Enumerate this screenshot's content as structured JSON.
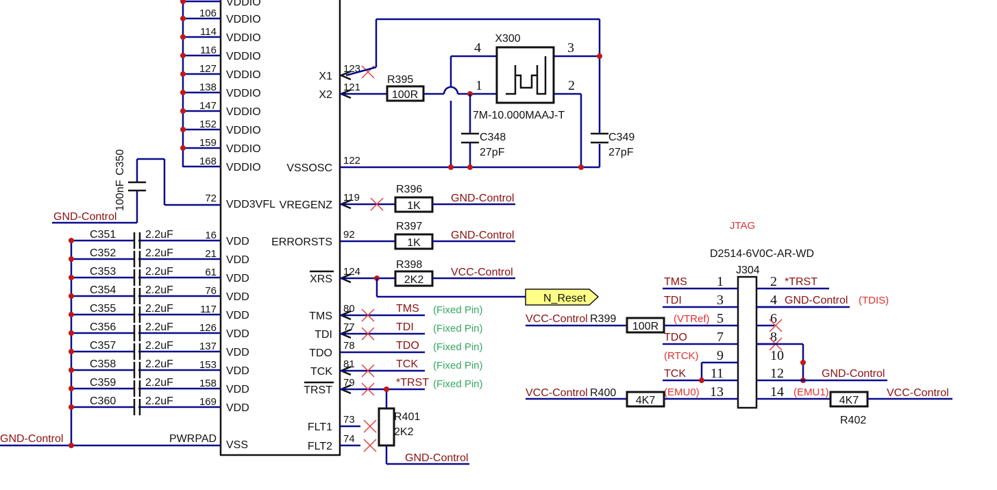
{
  "chip": {
    "left_pins": [
      {
        "num": "106",
        "name": "VDDIO"
      },
      {
        "num": "114",
        "name": "VDDIO"
      },
      {
        "num": "116",
        "name": "VDDIO"
      },
      {
        "num": "127",
        "name": "VDDIO"
      },
      {
        "num": "138",
        "name": "VDDIO"
      },
      {
        "num": "147",
        "name": "VDDIO"
      },
      {
        "num": "152",
        "name": "VDDIO"
      },
      {
        "num": "159",
        "name": "VDDIO"
      },
      {
        "num": "168",
        "name": "VDDIO"
      },
      {
        "num": "72",
        "name": "VDD3VFL"
      },
      {
        "num": "16",
        "name": "VDD"
      },
      {
        "num": "21",
        "name": "VDD"
      },
      {
        "num": "61",
        "name": "VDD"
      },
      {
        "num": "76",
        "name": "VDD"
      },
      {
        "num": "117",
        "name": "VDD"
      },
      {
        "num": "126",
        "name": "VDD"
      },
      {
        "num": "137",
        "name": "VDD"
      },
      {
        "num": "153",
        "name": "VDD"
      },
      {
        "num": "158",
        "name": "VDD"
      },
      {
        "num": "169",
        "name": "VDD"
      },
      {
        "num": "",
        "name": "VSS"
      }
    ],
    "top_partial": "VDDIO",
    "pwrpad": "PWRPAD",
    "right_pins": [
      {
        "num": "123",
        "name": "X1"
      },
      {
        "num": "121",
        "name": "X2"
      },
      {
        "num": "122",
        "name": "VSSOSC"
      },
      {
        "num": "119",
        "name": "VREGENZ"
      },
      {
        "num": "92",
        "name": "ERRORSTS"
      },
      {
        "num": "124",
        "name": "XRS"
      },
      {
        "num": "80",
        "name": "TMS"
      },
      {
        "num": "77",
        "name": "TDI"
      },
      {
        "num": "78",
        "name": "TDO"
      },
      {
        "num": "81",
        "name": "TCK"
      },
      {
        "num": "79",
        "name": "TRST"
      },
      {
        "num": "73",
        "name": "FLT1"
      },
      {
        "num": "74",
        "name": "FLT2"
      }
    ]
  },
  "decoupling": [
    {
      "ref": "C351",
      "val": "2.2uF"
    },
    {
      "ref": "C352",
      "val": "2.2uF"
    },
    {
      "ref": "C353",
      "val": "2.2uF"
    },
    {
      "ref": "C354",
      "val": "2.2uF"
    },
    {
      "ref": "C355",
      "val": "2.2uF"
    },
    {
      "ref": "C356",
      "val": "2.2uF"
    },
    {
      "ref": "C357",
      "val": "2.2uF"
    },
    {
      "ref": "C358",
      "val": "2.2uF"
    },
    {
      "ref": "C359",
      "val": "2.2uF"
    },
    {
      "ref": "C360",
      "val": "2.2uF"
    }
  ],
  "c350": {
    "ref": "C350",
    "val": "100nF"
  },
  "net_gnd_left": "GND-Control",
  "net_gnd_bottom_left": "GND-Control",
  "oscillator": {
    "ref": "X300",
    "part": "7M-10.000MAAJ-T",
    "pins": {
      "p1": "1",
      "p2": "2",
      "p3": "3",
      "p4": "4"
    },
    "r395": {
      "ref": "R395",
      "val": "100R"
    },
    "c348": {
      "ref": "C348",
      "val": "27pF"
    },
    "c349": {
      "ref": "C349",
      "val": "27pF"
    }
  },
  "resistors": {
    "r396": {
      "ref": "R396",
      "val": "1K",
      "net": "GND-Control"
    },
    "r397": {
      "ref": "R397",
      "val": "1K",
      "net": "GND-Control"
    },
    "r398": {
      "ref": "R398",
      "val": "2K2",
      "net": "VCC-Control"
    },
    "r401": {
      "ref": "R401",
      "val": "2K2",
      "net": "GND-Control"
    }
  },
  "n_reset": "N_Reset",
  "jtag_nets": [
    {
      "net": "TMS",
      "note": "(Fixed Pin)"
    },
    {
      "net": "TDI",
      "note": "(Fixed Pin)"
    },
    {
      "net": "TDO",
      "note": "(Fixed Pin)"
    },
    {
      "net": "TCK",
      "note": "(Fixed Pin)"
    },
    {
      "net": "*TRST",
      "note": "(Fixed Pin)"
    }
  ],
  "jtag": {
    "title": "JTAG",
    "part": "D2514-6V0C-AR-WD",
    "ref": "J304",
    "left_pins": [
      {
        "num": "1",
        "net": "TMS"
      },
      {
        "num": "3",
        "net": "TDI"
      },
      {
        "num": "5",
        "net": "(VTRef)"
      },
      {
        "num": "7",
        "net": "TDO"
      },
      {
        "num": "9",
        "net": "(RTCK)"
      },
      {
        "num": "11",
        "net": "TCK"
      },
      {
        "num": "13",
        "net": "(EMU0)"
      }
    ],
    "right_pins": [
      {
        "num": "2",
        "net": "*TRST"
      },
      {
        "num": "4",
        "net": "GND-Control"
      },
      {
        "num": "6",
        "net": ""
      },
      {
        "num": "8",
        "net": ""
      },
      {
        "num": "10",
        "net": ""
      },
      {
        "num": "12",
        "net": "GND-Control"
      },
      {
        "num": "14",
        "net": "(EMU1)"
      }
    ],
    "tdis": "(TDIS)",
    "r399": {
      "ref": "R399",
      "val": "100R",
      "net": "VCC-Control"
    },
    "r400": {
      "ref": "R400",
      "val": "4K7",
      "net": "VCC-Control"
    },
    "r402": {
      "ref": "R402",
      "val": "4K7",
      "net": "VCC-Control"
    }
  },
  "colors": {
    "wire": "#0a0a8c",
    "net_label": "#8b1010",
    "annotation": "#e03030",
    "fixed_pin": "#33a860",
    "junction": "#c01818",
    "port_fill": "#ffff88"
  }
}
